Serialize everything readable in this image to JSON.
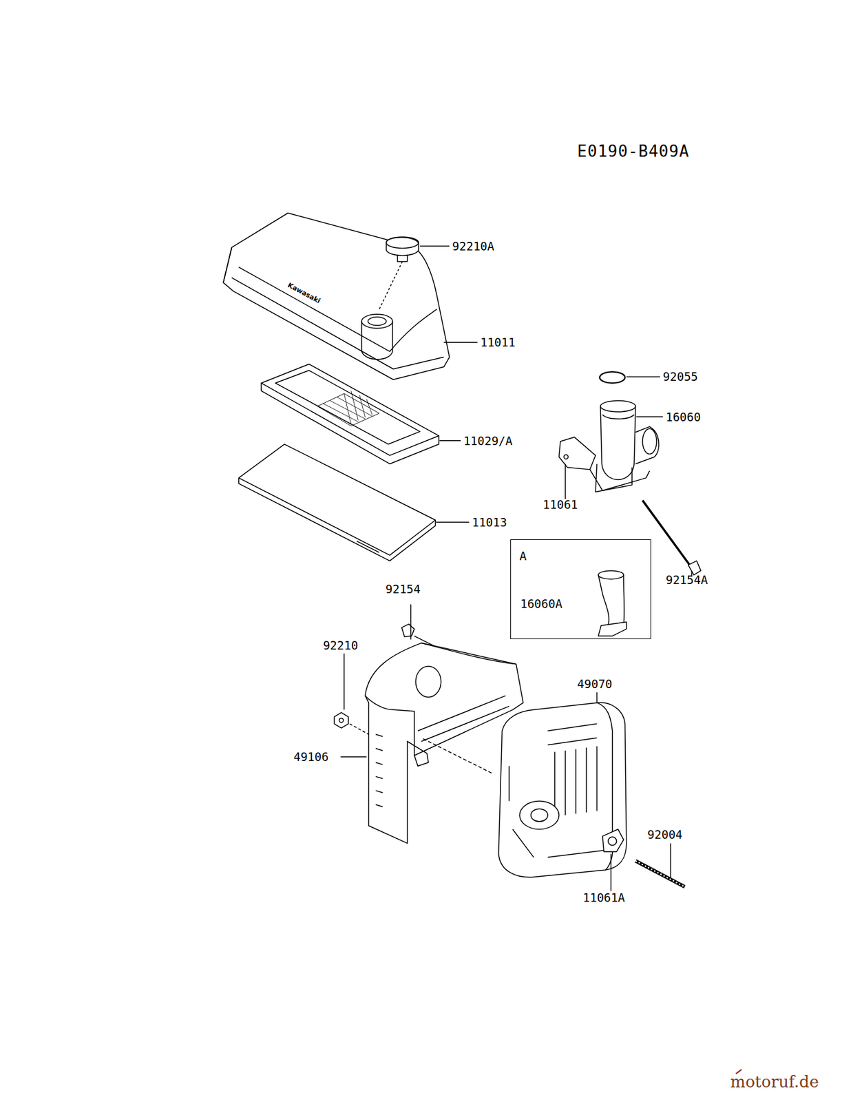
{
  "diagram": {
    "nodes": [
      {
        "text": [
          "A",
          "16060A"
        ]
      }
    ],
    "edges": [],
    "labels": [
      "E0190-B409A",
      "92210A",
      "Kawasaki",
      "11011",
      "92055",
      "16060",
      "11029/A",
      "11061",
      "11013",
      "92154A",
      "92154",
      "92210",
      "49070",
      "49106",
      "92004",
      "11061A",
      "motoruf.de"
    ]
  }
}
